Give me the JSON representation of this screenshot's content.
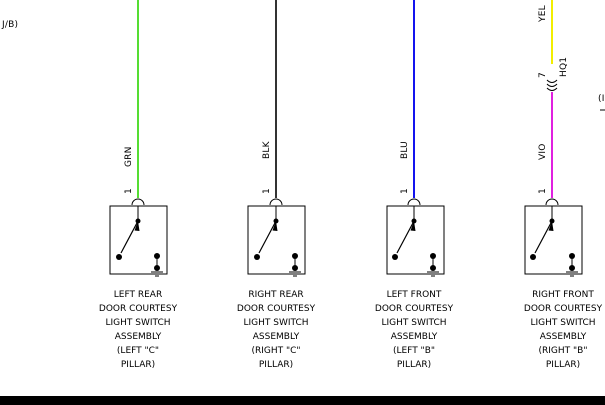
{
  "left_fragment": "J/B)",
  "right_fragment": "(I",
  "connector_label": "HQ1",
  "connector_pin": "7",
  "wires": [
    {
      "color_code": "GRN",
      "color": "#55dd33",
      "pin": "1",
      "caption": [
        "LEFT REAR",
        "DOOR COURTESY",
        "LIGHT SWITCH",
        "ASSEMBLY",
        "(LEFT \"C\"",
        "PILLAR)"
      ]
    },
    {
      "color_code": "BLK",
      "color": "#333333",
      "pin": "1",
      "caption": [
        "RIGHT REAR",
        "DOOR COURTESY",
        "LIGHT SWITCH",
        "ASSEMBLY",
        "(RIGHT \"C\"",
        "PILLAR)"
      ]
    },
    {
      "color_code": "BLU",
      "color": "#1414ee",
      "pin": "1",
      "caption": [
        "LEFT FRONT",
        "DOOR COURTESY",
        "LIGHT SWITCH",
        "ASSEMBLY",
        "(LEFT \"B\"",
        "PILLAR)"
      ]
    },
    {
      "color_code": "VIO",
      "color": "#e020e0",
      "upper_color_code": "YEL",
      "upper_color": "#f2ee00",
      "pin": "1",
      "caption": [
        "RIGHT FRONT",
        "DOOR COURTESY",
        "LIGHT SWITCH",
        "ASSEMBLY",
        "(RIGHT \"B\"",
        "PILLAR)"
      ]
    }
  ]
}
